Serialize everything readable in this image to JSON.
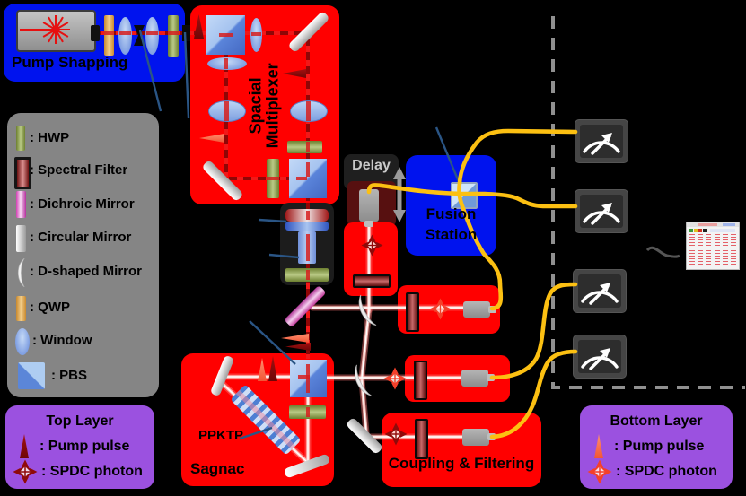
{
  "diagram": {
    "pump_shaping": {
      "label": "Pump Shapping"
    },
    "multiplexer": {
      "line1": "Spacial",
      "line2": "Multiplexer"
    },
    "delay": {
      "label": "Delay"
    },
    "fusion": {
      "line1": "Fusion",
      "line2": "Station"
    },
    "sagnac": {
      "label": "Sagnac",
      "crystal_label": "PPKTP"
    },
    "coupling": {
      "label": "Coupling & Filtering"
    }
  },
  "legend": {
    "items": [
      {
        "icon": "hwp-icon",
        "label": ": HWP"
      },
      {
        "icon": "spectral-filter-icon",
        "label": ": Spectral Filter"
      },
      {
        "icon": "dichroic-mirror-icon",
        "label": ": Dichroic Mirror"
      },
      {
        "icon": "circular-mirror-icon",
        "label": ": Circular Mirror"
      },
      {
        "icon": "d-shaped-mirror-icon",
        "label": ": D-shaped Mirror"
      },
      {
        "icon": "qwp-icon",
        "label": ": QWP"
      },
      {
        "icon": "window-icon",
        "label": ": Window"
      },
      {
        "icon": "pbs-icon",
        "label": ": PBS"
      }
    ]
  },
  "top_layer": {
    "title": "Top Layer",
    "pump": ": Pump pulse",
    "spdc": ": SPDC photon"
  },
  "bottom_layer": {
    "title": "Bottom Layer",
    "pump": ": Pump pulse",
    "spdc": ": SPDC photon"
  },
  "colors": {
    "box_red": "#FF0000",
    "box_blue": "#0013EE",
    "box_purple": "#9B51E0",
    "legend_gray": "#858585",
    "fiber_yellow": "#FCC012",
    "pump_dark": "#8B0000",
    "pump_light": "#FF6A4D",
    "beam_red": "#F21818"
  }
}
